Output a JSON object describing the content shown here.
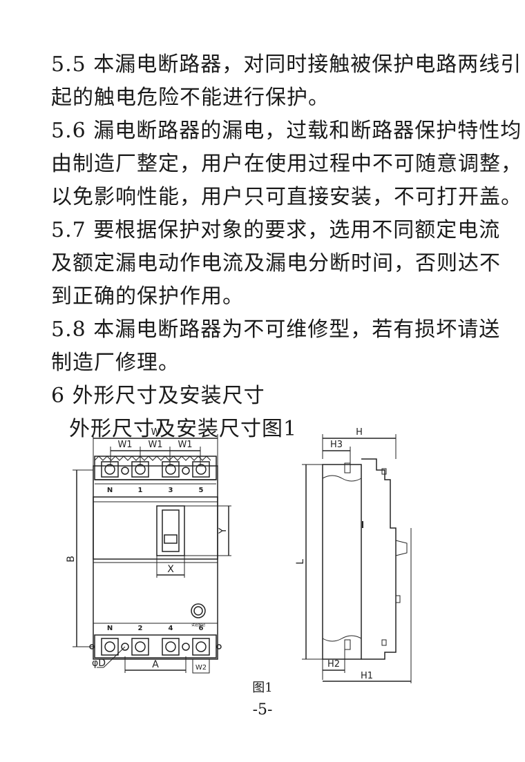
{
  "paragraphs": [
    "5.5 本漏电断路器，对同时接触被保护电路两线引",
    "起的触电危险不能进行保护。",
    "5.6 漏电断路器的漏电，过载和断路器保护特性均",
    "由制造厂整定，用户在使用过程中不可随意调整，",
    "以免影响性能，用户只可直接安装，不可打开盖。",
    "5.7 要根据保护对象的要求，选用不同额定电流",
    "及额定漏电动作电流及漏电分断时间，否则达不",
    "到正确的保护作用。",
    "5.8 本漏电断路器为不可维修型，若有损坏请送",
    "制造厂修理。",
    "6 外形尺寸及安装尺寸"
  ],
  "figure_title": "外形尺寸及安装尺寸图1",
  "figure": {
    "front_labels": {
      "w": "W",
      "w1a": "W1",
      "w1b": "W1",
      "w1c": "W1",
      "top_n": "N",
      "top_1": "1",
      "top_3": "3",
      "top_5": "5",
      "bot_n": "N",
      "bot_2": "2",
      "bot_4": "4",
      "bot_6": "6",
      "b": "B",
      "y": "Y",
      "x": "X",
      "phi_d": "φD",
      "a": "A",
      "w2": "W2",
      "test_label": "试验按钮"
    },
    "side_labels": {
      "h": "H",
      "h3": "H3",
      "l": "L",
      "h2": "H2",
      "h1": "H1"
    },
    "caption": "图1"
  },
  "page_number": "-5-"
}
